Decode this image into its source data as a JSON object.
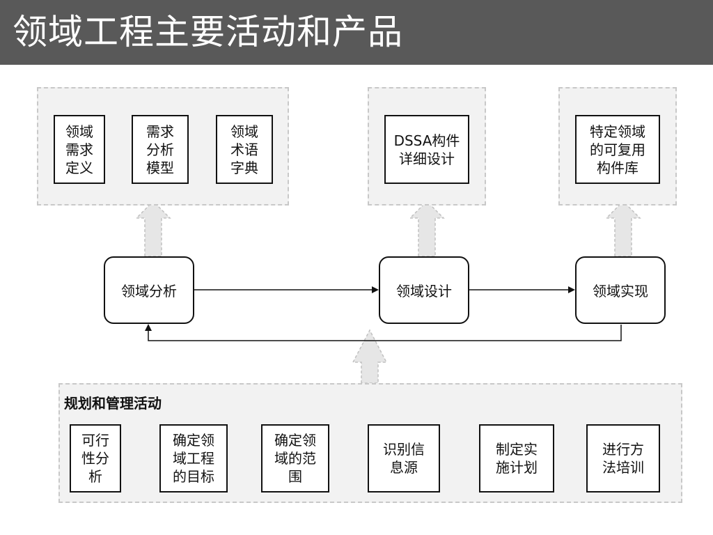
{
  "slide": {
    "title": "领域工程主要活动和产品"
  },
  "products": {
    "analysis": [
      "领域\n需求\n定义",
      "需求\n分析\n模型",
      "领域\n术语\n字典"
    ],
    "design": [
      "DSSA构件\n详细设计"
    ],
    "implementation": [
      "特定领域\n的可复用\n构件库"
    ]
  },
  "activities": {
    "analysis": "领域分析",
    "design": "领域设计",
    "implementation": "领域实现"
  },
  "management": {
    "title": "规划和管理活动",
    "items": [
      "可行\n性分\n析",
      "确定领\n域工程\n的目标",
      "确定领\n域的范\n围",
      "识别信\n息源",
      "制定实\n施计划",
      "进行方\n法培训"
    ]
  },
  "colors": {
    "header_bg": "#595959",
    "group_bg": "#f2f2f2",
    "group_border": "#c8c8c8",
    "block_arrow_fill": "#e6e6e6",
    "line": "#111111"
  }
}
